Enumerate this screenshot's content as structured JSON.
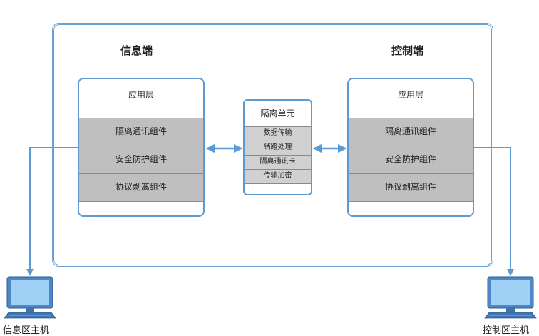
{
  "info_side": {
    "title": "信息端",
    "app_layer": "应用层",
    "components": [
      "隔离通讯组件",
      "安全防护组件",
      "协议剥离组件"
    ]
  },
  "control_side": {
    "title": "控制端",
    "app_layer": "应用层",
    "components": [
      "隔离通讯组件",
      "安全防护组件",
      "协议剥离组件"
    ]
  },
  "isolation_unit": {
    "title": "隔离单元",
    "rows": [
      "数据传输",
      "销路处理",
      "隔离通讯卡",
      "传输加密"
    ]
  },
  "hosts": {
    "info_host": "信息区主机",
    "control_host": "控制区主机"
  },
  "colors": {
    "line": "#5b9bd5",
    "component_fill": "#bfbfbf"
  }
}
